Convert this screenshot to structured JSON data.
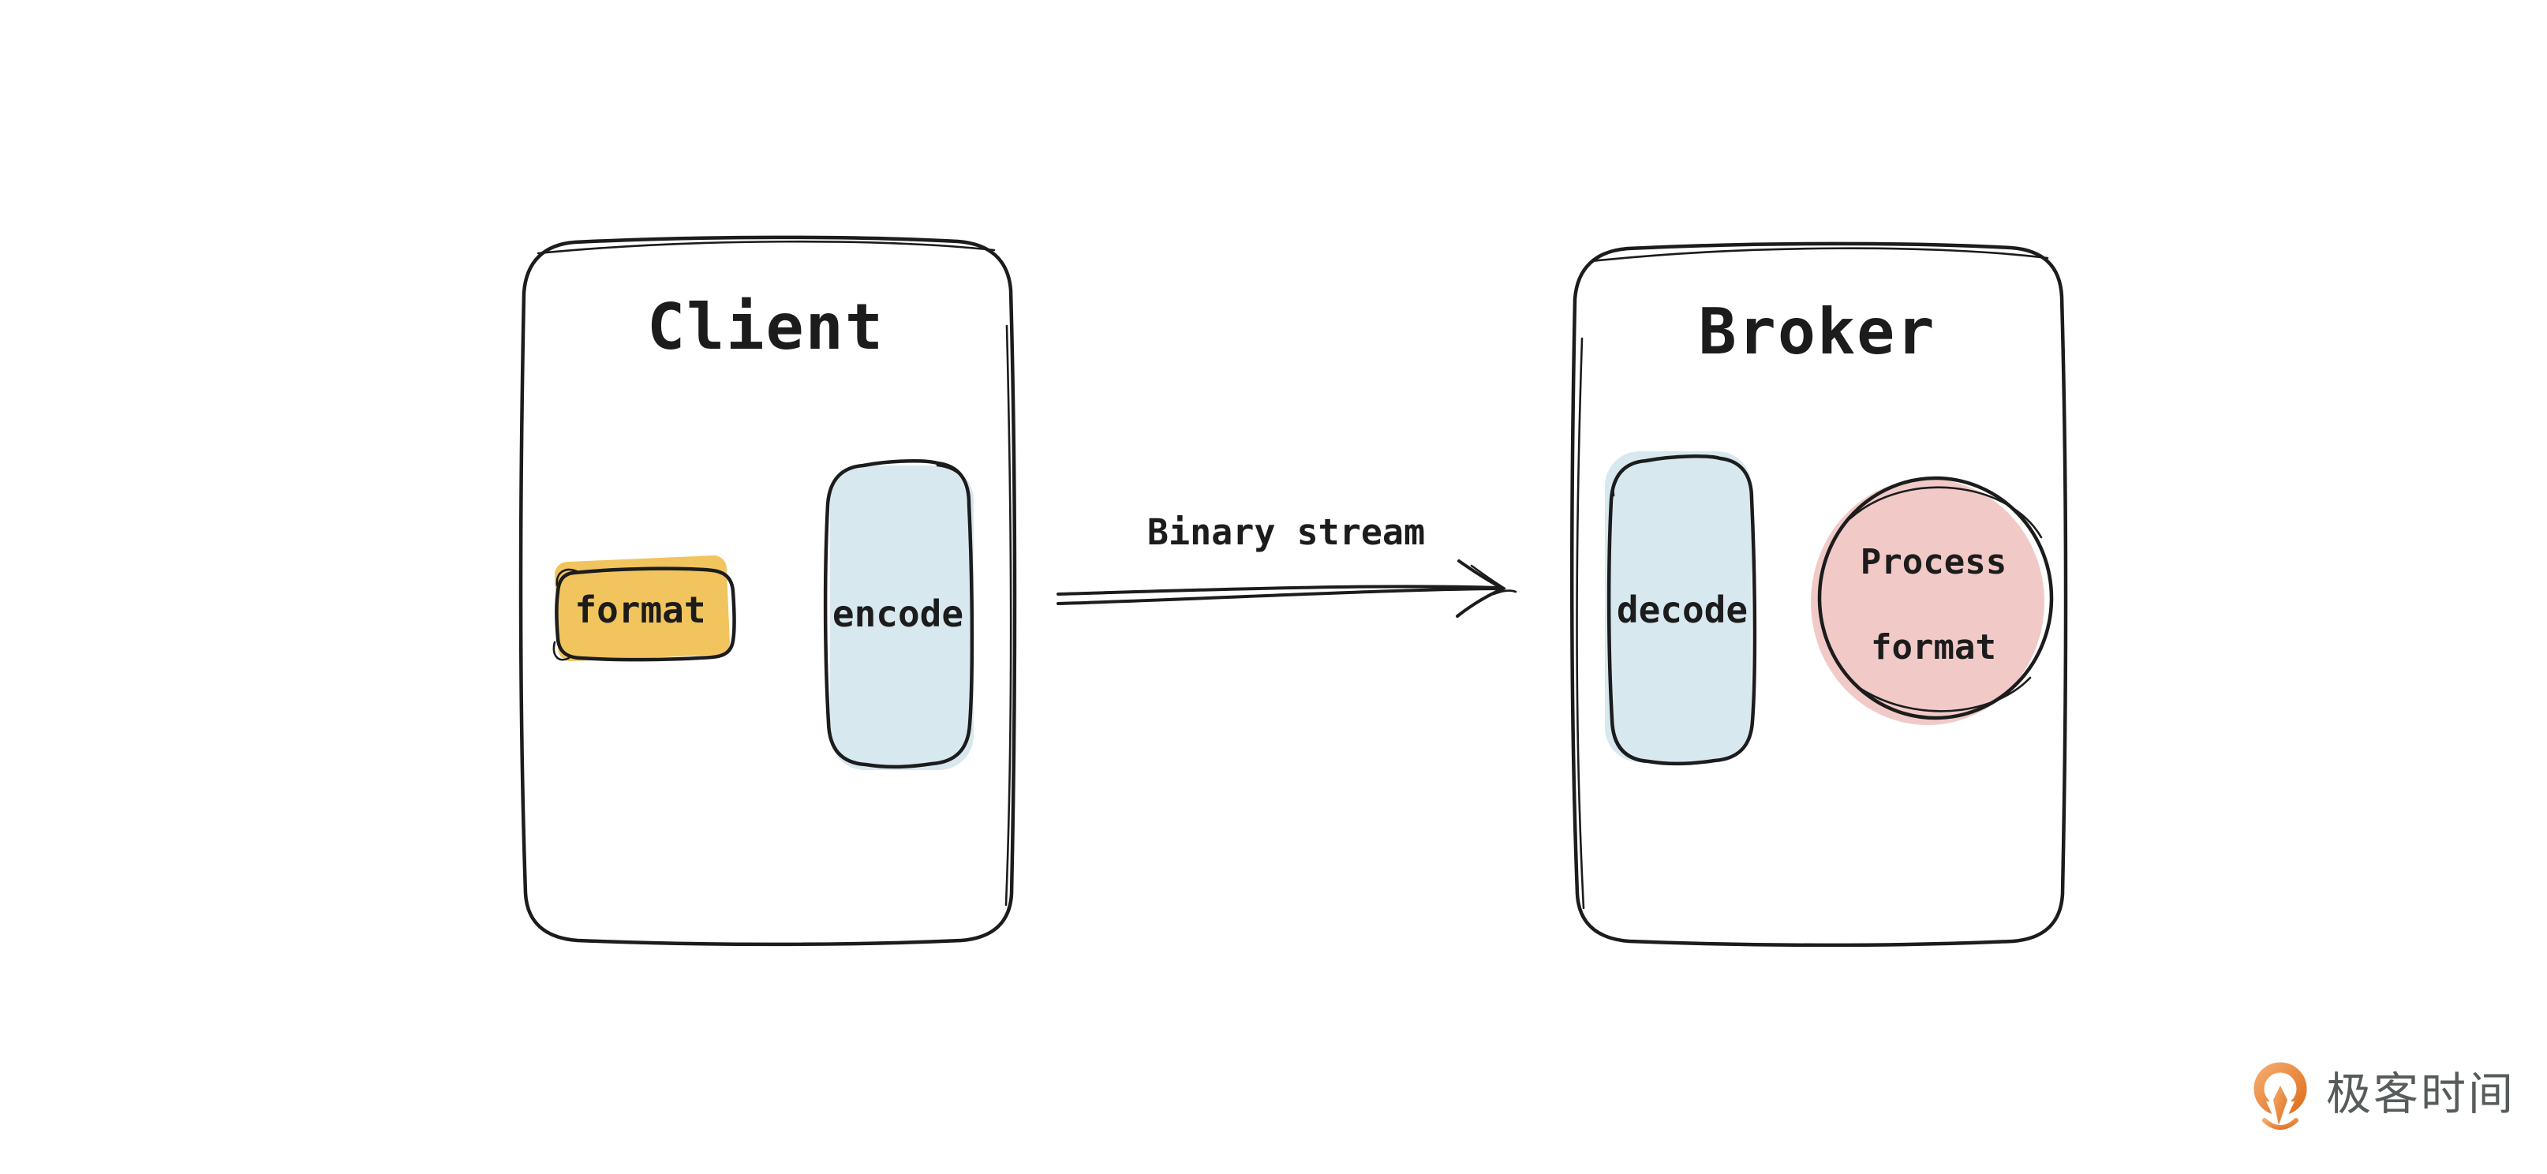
{
  "diagram": {
    "client": {
      "title": "Client",
      "format_label": "format",
      "encode_label": "encode"
    },
    "arrow_label": "Binary stream",
    "broker": {
      "title": "Broker",
      "decode_label": "decode",
      "process_circle": {
        "line1": "Process",
        "line2": "format"
      }
    }
  },
  "footer": {
    "logo_text": "极客时间"
  },
  "colors": {
    "ink": "#1c1c1c",
    "yellow": "#F2C45E",
    "blue": "#D8E8EF",
    "pink": "#F1CAC8",
    "logo-orange-light": "#F5A96B",
    "logo-orange-dark": "#DF7120",
    "logo-text": "#565B5B"
  }
}
